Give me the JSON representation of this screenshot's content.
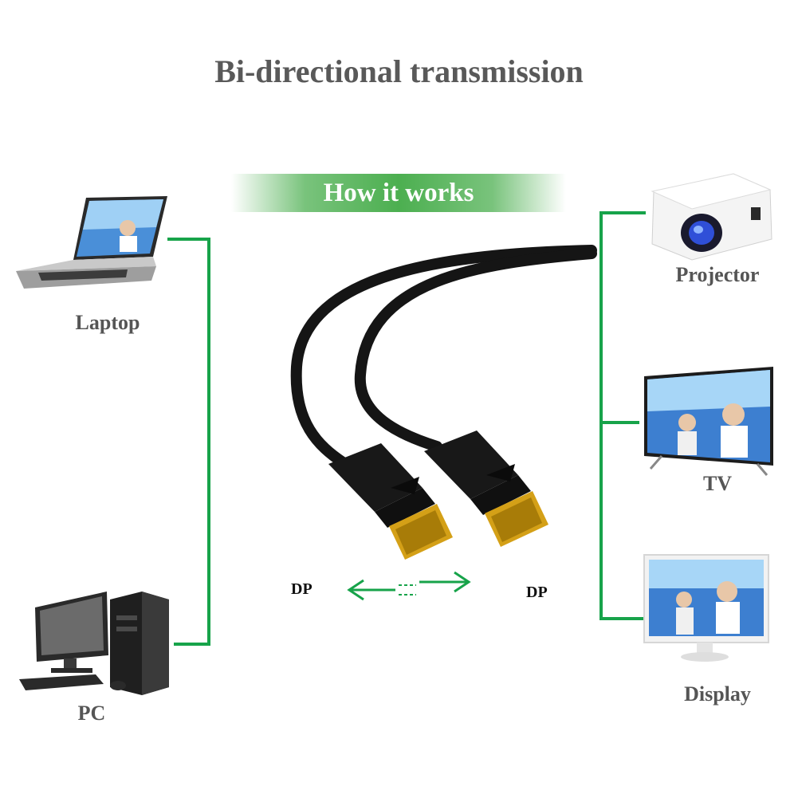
{
  "title": "Bi-directional transmission",
  "banner": "How it works",
  "devices": {
    "laptop": "Laptop",
    "pc": "PC",
    "projector": "Projector",
    "tv": "TV",
    "display": "Display"
  },
  "connectors": {
    "left": "DP",
    "right": "DP"
  },
  "colors": {
    "accent_green": "#17a34a",
    "title_gray": "#595959",
    "cable_black": "#111111",
    "plug_gold": "#d4a017"
  }
}
